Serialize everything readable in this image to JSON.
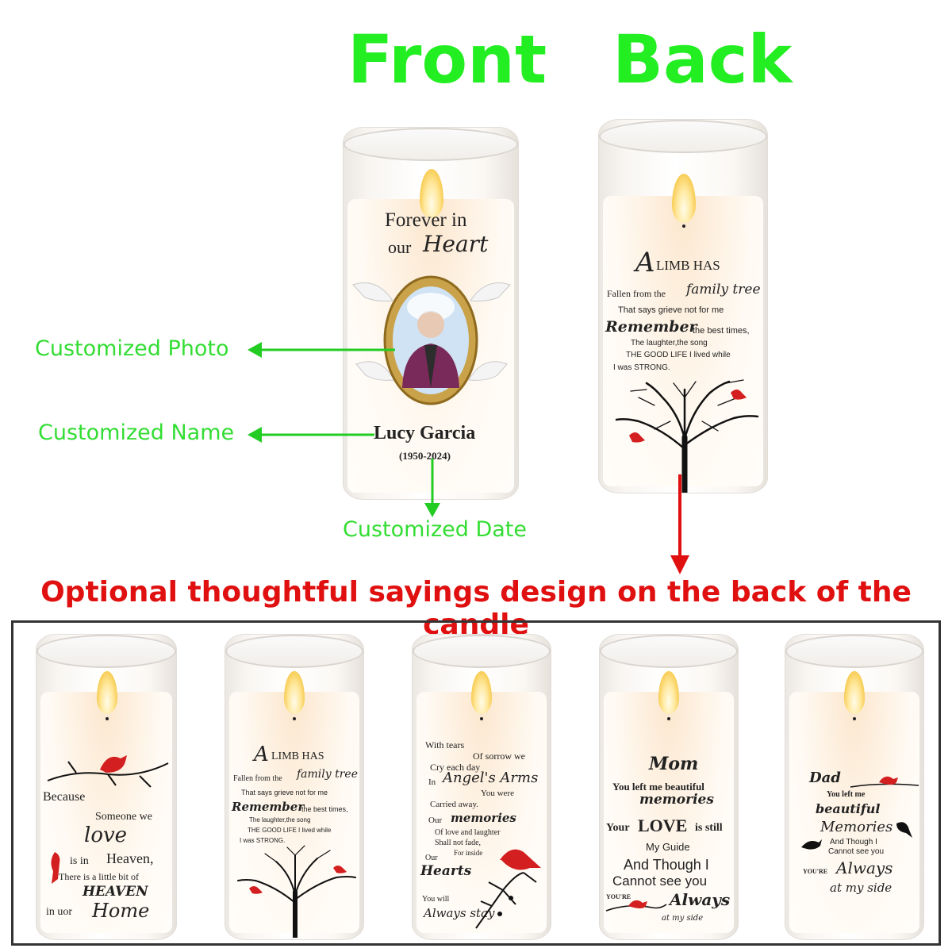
{
  "headings": {
    "front": "Front",
    "back": "Back"
  },
  "callouts": {
    "photo": "Customized Photo",
    "name": "Customized Name",
    "date": "Customized Date"
  },
  "front_candle": {
    "line1": "Forever in",
    "line2_a": "our",
    "line2_b": "Heart",
    "name": "Lucy Garcia",
    "dates": "(1950-2024)"
  },
  "back_candle": {
    "a_limb": "A",
    "limb_has": "LIMB HAS",
    "fallen": "Fallen from the",
    "family_tree": "family tree",
    "says": "That says grieve not for me",
    "remember": "Remember",
    "best_times": "the best times,",
    "laughter": "The laughter,the song",
    "good_life": "THE GOOD LIFE I lived while",
    "strong": "I was STRONG."
  },
  "options_heading": "Optional thoughtful sayings design on the back of the candle",
  "options": {
    "c1": {
      "because": "Because",
      "someone": "Someone we",
      "love": "love",
      "is_in": "is in",
      "heaven": "Heaven,",
      "little": "There is a little bit of",
      "heaven2": "HEAVEN",
      "in_uor": "in uor",
      "home": "Home"
    },
    "c2": {
      "a_limb": "A",
      "limb_has": "LIMB HAS",
      "fallen": "Fallen from the",
      "family_tree": "family tree",
      "says": "That says grieve not for me",
      "remember": "Remember",
      "best_times": "the best times,",
      "laughter": "The laughter,the song",
      "good_life": "THE GOOD LIFE I lived while",
      "strong": "I was STRONG."
    },
    "c3": {
      "with_tears": "With tears",
      "of_sorrow": "Of sorrow we",
      "cry": "Cry each day",
      "in": "In",
      "angels": "Angel's Arms",
      "you_were": "You were",
      "carried": "Carried away.",
      "our": "Our",
      "memories": "memories",
      "of_love": "Of love and laughter",
      "shall": "Shall not fade,",
      "for_inside": "For inside",
      "our2": "Our",
      "hearts": "Hearts",
      "you_will": "You will",
      "always_stay": "Always stay"
    },
    "c4": {
      "mom": "Mom",
      "you_left": "You left me beautiful",
      "memories": "memories",
      "your": "Your",
      "love": "LOVE",
      "is_still": "is still",
      "guide": "My Guide",
      "though": "And Though I",
      "cannot": "Cannot see you",
      "youre": "YOU'RE",
      "always": "Always",
      "at_side": "at my side"
    },
    "c5": {
      "dad": "Dad",
      "you_left": "You left me",
      "beautiful": "beautiful",
      "memories": "Memories",
      "though": "And Though I",
      "cannot": "Cannot see you",
      "youre": "YOU'RE",
      "always": "Always",
      "at_side": "at my side"
    }
  },
  "colors": {
    "heading_green": "#22ee22",
    "callout_green": "#33dd33",
    "red": "#e01010",
    "cardinal": "#d31f1f"
  }
}
